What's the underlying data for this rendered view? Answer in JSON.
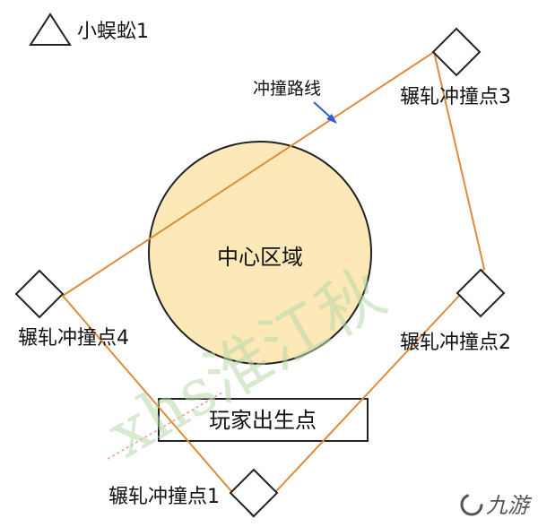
{
  "diagram": {
    "legend_label": "小蜈蚣1",
    "center_label": "中心区域",
    "spawn_label": "玩家出生点",
    "route_label": "冲撞路线",
    "points": {
      "p1": "辗轧冲撞点1",
      "p2": "辗轧冲撞点2",
      "p3": "辗轧冲撞点3",
      "p4": "辗轧冲撞点4"
    },
    "watermark": "xhs淮江秋",
    "brand": "九游"
  },
  "colors": {
    "route": "#e08a3c",
    "center_fill": "#fde9b8",
    "stroke": "#222222",
    "arrow": "#2e5fd1",
    "watermark": "#b8d8a8"
  }
}
